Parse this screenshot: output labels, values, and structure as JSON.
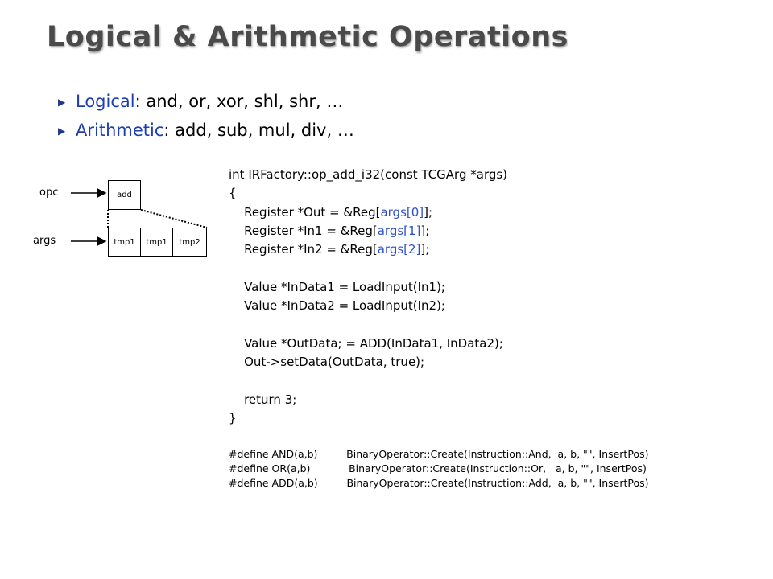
{
  "title": "Logical & Arithmetic Operations",
  "bullets": [
    {
      "keyword": "Logical",
      "rest": ": and, or, xor, shl, shr, …"
    },
    {
      "keyword": "Arithmetic",
      "rest": ": add, sub, mul, div, …"
    }
  ],
  "diagram": {
    "opc_label": "opc",
    "args_label": "args",
    "opc_box": "add",
    "arg_cells": [
      "tmp1",
      "tmp1",
      "tmp2"
    ]
  },
  "code": {
    "signature": "int IRFactory::op_add_i32(const TCGArg *args)",
    "open_brace": "{",
    "reg_lines": [
      {
        "pre": "    Register *Out = &Reg[",
        "hl": "args[0]",
        "post": "];"
      },
      {
        "pre": "    Register *In1 = &Reg[",
        "hl": "args[1]",
        "post": "];"
      },
      {
        "pre": "    Register *In2 = &Reg[",
        "hl": "args[2]",
        "post": "];"
      }
    ],
    "blank1": "",
    "load1": "    Value *InData1 = LoadInput(In1);",
    "load2": "    Value *InData2 = LoadInput(In2);",
    "blank2": "",
    "out_data": "    Value *OutData; = ADD(InData1, InData2);",
    "set_data": "    Out->setData(OutData, true);",
    "blank3": "",
    "ret": "    return 3;",
    "close_brace": "}"
  },
  "defines": [
    "#define AND(a,b)         BinaryOperator::Create(Instruction::And,  a, b, \"\", InsertPos)",
    "#define OR(a,b)            BinaryOperator::Create(Instruction::Or,   a, b, \"\", InsertPos)",
    "#define ADD(a,b)         BinaryOperator::Create(Instruction::Add,  a, b, \"\", InsertPos)"
  ]
}
